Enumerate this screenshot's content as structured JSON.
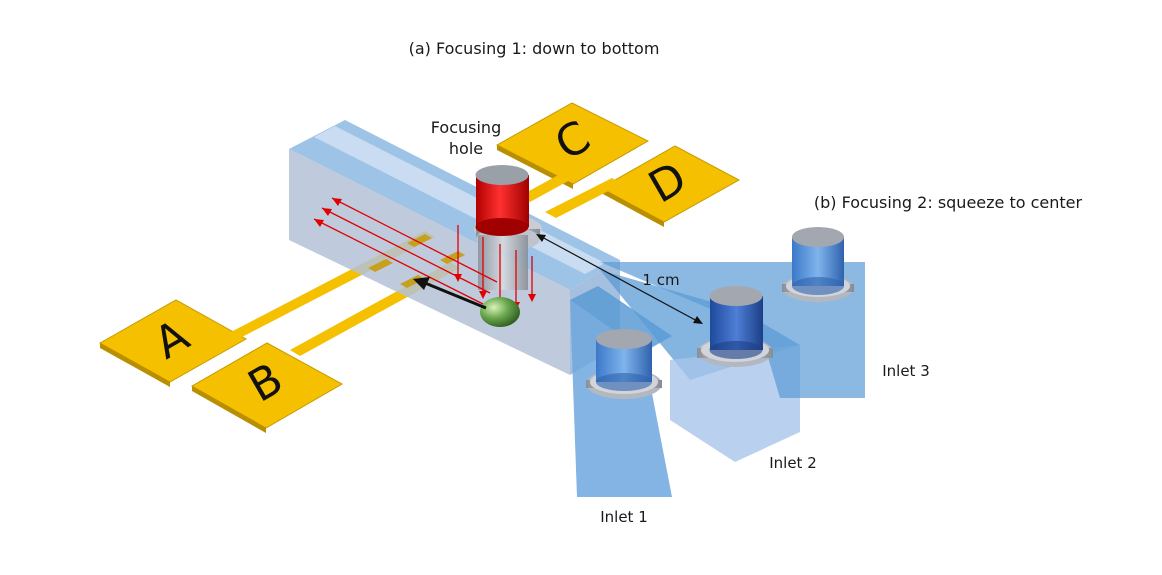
{
  "title_a": "(a) Focusing 1: down to bottom",
  "title_b": "(b) Focusing 2: squeeze to center",
  "focusing_hole_line1": "Focusing",
  "focusing_hole_line2": "hole",
  "distance_label": "1 cm",
  "inlets": [
    "Inlet 1",
    "Inlet 2",
    "Inlet 3"
  ],
  "electrodes": [
    "A",
    "B",
    "C",
    "D"
  ],
  "colors": {
    "electrode": "#f5c000",
    "channel": "#5b9bd5",
    "focus_post": "#e01010",
    "arrow": "#e00000",
    "particle": "#6aa84f"
  }
}
